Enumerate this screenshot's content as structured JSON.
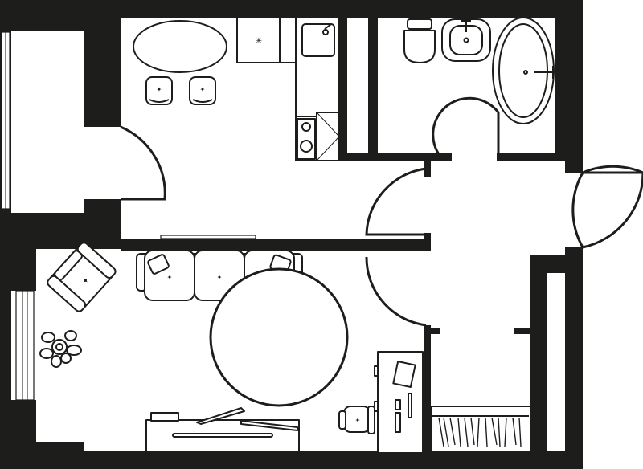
{
  "plan": {
    "colors": {
      "wall": "#1d1d1b",
      "floor": "#ffffff",
      "line": "#1d1d1b"
    },
    "rooms": [
      "kitchen-dining",
      "living-room",
      "bathroom",
      "toilet",
      "hallway",
      "wardrobe",
      "balcony"
    ]
  }
}
